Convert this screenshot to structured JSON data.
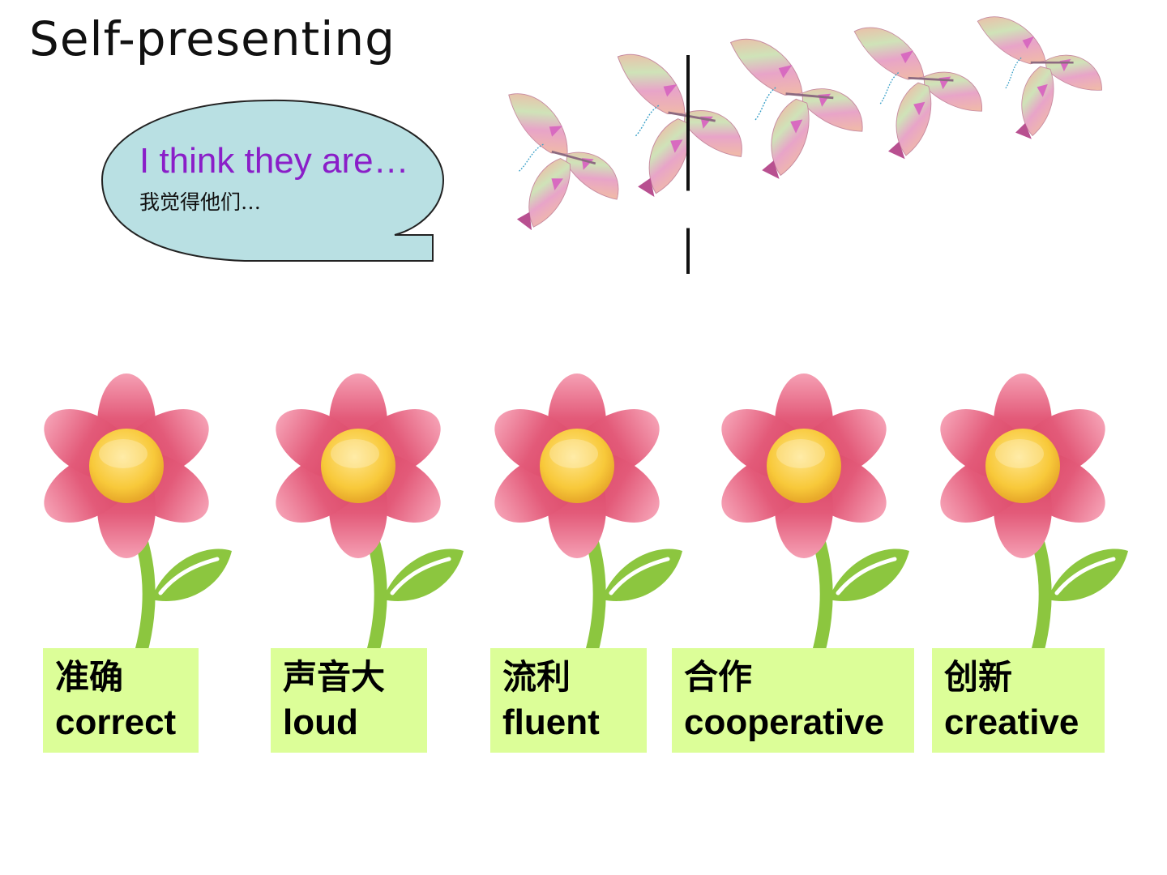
{
  "slide": {
    "title": "Self-presenting",
    "bubble": {
      "english": "I think they are…",
      "chinese": "我觉得他们…"
    },
    "colors": {
      "bubble_fill": "#b9e0e3",
      "bubble_text": "#8a1ec8",
      "petal": "#e35a79",
      "center": "#f8c93a",
      "stem": "#8cc63f",
      "label_bg": "#dcfe98"
    },
    "labels": [
      {
        "zh": "准确",
        "en": "correct"
      },
      {
        "zh": "声音大",
        "en": "loud"
      },
      {
        "zh": "流利",
        "en": "fluent"
      },
      {
        "zh": "合作",
        "en": "cooperative"
      },
      {
        "zh": "创新",
        "en": "creative"
      }
    ]
  }
}
